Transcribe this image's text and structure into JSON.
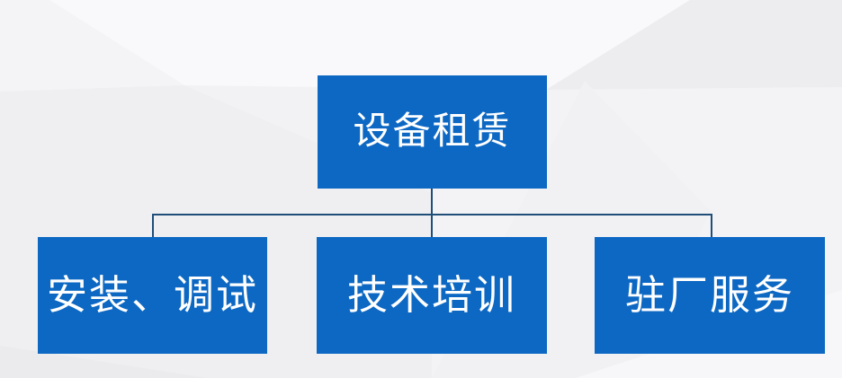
{
  "page": {
    "background_color": "#f2f2f4"
  },
  "diagram": {
    "type": "org-chart",
    "root": {
      "id": "equipment-rental",
      "label": "设备租赁"
    },
    "children": [
      {
        "id": "install-debug",
        "label": "安装、调试"
      },
      {
        "id": "technical-training",
        "label": "技术培训"
      },
      {
        "id": "onsite-service",
        "label": "驻厂服务"
      }
    ],
    "colors": {
      "node_fill": "#0d68c3",
      "node_text": "#ffffff",
      "connector": "#1f4e79"
    }
  }
}
